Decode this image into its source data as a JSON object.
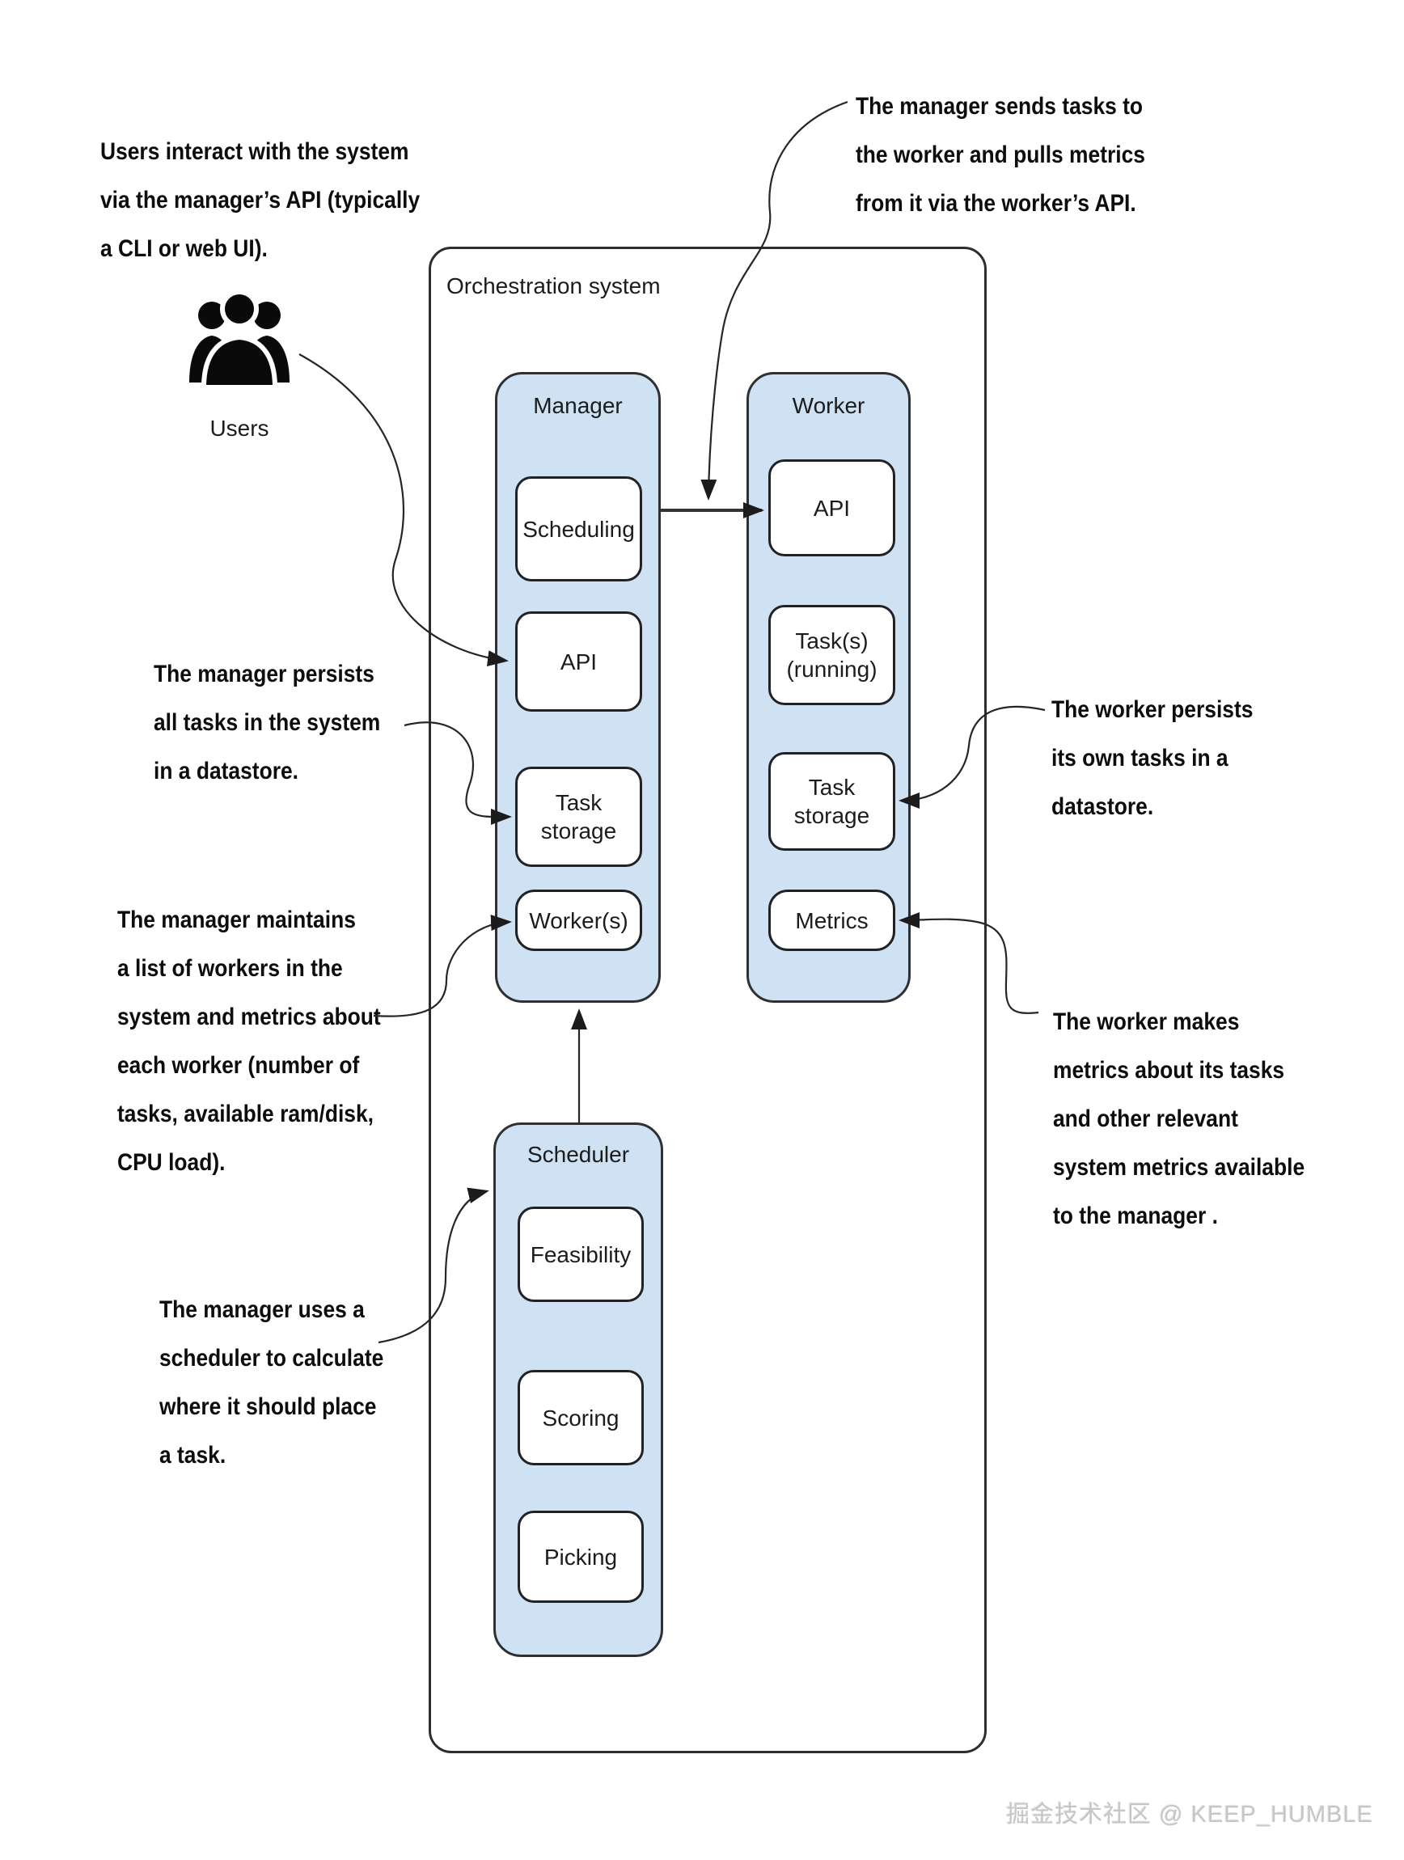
{
  "diagram": {
    "outer_label": "Orchestration system",
    "users": {
      "label": "Users"
    },
    "manager": {
      "title": "Manager",
      "boxes": [
        "Scheduling",
        "API",
        "Task storage",
        "Worker(s)"
      ]
    },
    "worker": {
      "title": "Worker",
      "boxes": [
        "API",
        "Task(s) (running)",
        "Task storage",
        "Metrics"
      ]
    },
    "scheduler": {
      "title": "Scheduler",
      "boxes": [
        "Feasibility",
        "Scoring",
        "Picking"
      ]
    }
  },
  "annotations": {
    "users_interact": {
      "lines": [
        "Users interact with the system",
        "via the manager’s API (typically",
        "a CLI or web UI)."
      ]
    },
    "manager_sends": {
      "lines": [
        "The manager sends tasks to",
        "the worker and pulls metrics",
        "from it via the worker’s API."
      ]
    },
    "manager_persists": {
      "lines": [
        "The manager persists",
        "all tasks in the system",
        "in a datastore."
      ]
    },
    "manager_maintains": {
      "lines": [
        "The manager maintains",
        "a list of workers in the",
        "system and metrics about",
        "each worker (number of",
        "tasks, available ram/disk,",
        "CPU load)."
      ]
    },
    "manager_uses_scheduler": {
      "lines": [
        "The manager uses a",
        "scheduler to calculate",
        "where it should place",
        "a task."
      ]
    },
    "worker_persists": {
      "lines": [
        "The worker persists",
        "its own tasks in a",
        "datastore."
      ]
    },
    "worker_makes_metrics": {
      "lines": [
        "The worker makes",
        "metrics about its tasks",
        "and other relevant",
        "system metrics available",
        "to the manager ."
      ]
    }
  },
  "watermark": "掘金技术社区 @ KEEP_HUMBLE",
  "colors": {
    "component_fill": "#cfe2f3",
    "component_border": "#2f3033",
    "line": "#262626",
    "watermark_gray": "#c6c6c6"
  }
}
